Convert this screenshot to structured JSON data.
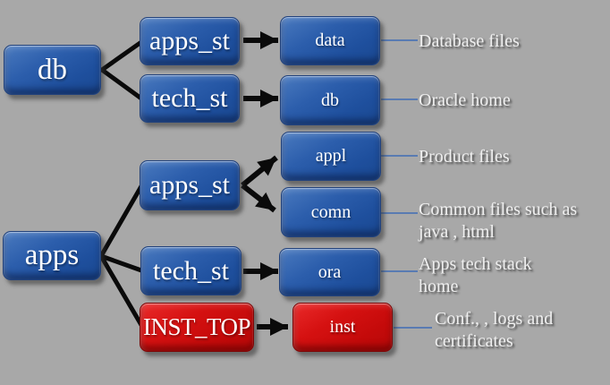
{
  "background": "#a8a8a8",
  "palette": {
    "node_blue": "#2c5eac",
    "node_red": "#d51111",
    "wire_black": "#0a0a0a",
    "label_wire_blue": "#3f6cb5",
    "node_text": "#ffffff",
    "annotation_text": "#efefef"
  },
  "db_tree": {
    "root": {
      "label": "db"
    },
    "branches": [
      {
        "node": {
          "label": "apps_st"
        },
        "target": {
          "label": "data",
          "annotation": "Database files"
        }
      },
      {
        "node": {
          "label": "tech_st"
        },
        "target": {
          "label": "db",
          "annotation": "Oracle home"
        }
      }
    ]
  },
  "apps_tree": {
    "root": {
      "label": "apps"
    },
    "branches": [
      {
        "node": {
          "label": "apps_st"
        },
        "targets": [
          {
            "label": "appl",
            "annotation": "Product files"
          },
          {
            "label": "comn",
            "annotation": "Common files such as java , html"
          }
        ]
      },
      {
        "node": {
          "label": "tech_st"
        },
        "targets": [
          {
            "label": "ora",
            "annotation": "Apps tech stack home"
          }
        ]
      },
      {
        "node": {
          "label": "INST_TOP"
        },
        "targets": [
          {
            "label": "inst",
            "annotation": "Conf., , logs and certificates"
          }
        ]
      }
    ]
  }
}
